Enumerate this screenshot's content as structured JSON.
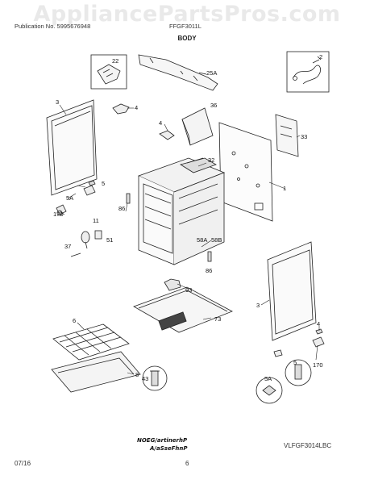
{
  "watermark": "AppliancePartsPros.com",
  "header": {
    "publication": "Publication No. 5995676948",
    "model": "FFGF3011L",
    "section_title": "BODY"
  },
  "callouts": {
    "c22": "22",
    "c25a": "25A",
    "c2": "2",
    "c3_left": "3",
    "c4_top": "4",
    "c36": "36",
    "c4_mid": "4",
    "c33": "33",
    "c32": "32",
    "c1": "1",
    "c5_left": "5",
    "c5a_left": "5A",
    "c170_left": "170",
    "c86_top": "86",
    "c11": "11",
    "c51": "51",
    "c37": "37",
    "c58a": "58A",
    "c58b": "58B",
    "c86_bottom": "86",
    "c93": "93",
    "c73": "73",
    "c3_right": "3",
    "c6": "6",
    "c8": "8",
    "c43": "43",
    "c4_right": "4",
    "c5_right": "5",
    "c5a_right": "5A",
    "c170_right": "170"
  },
  "notes": {
    "line1": "NOEG/artinerhP",
    "line2": "A/aSseFhnP"
  },
  "footer": {
    "drawing_id": "VLFGF3014LBC",
    "date": "07/16",
    "page": "6"
  }
}
